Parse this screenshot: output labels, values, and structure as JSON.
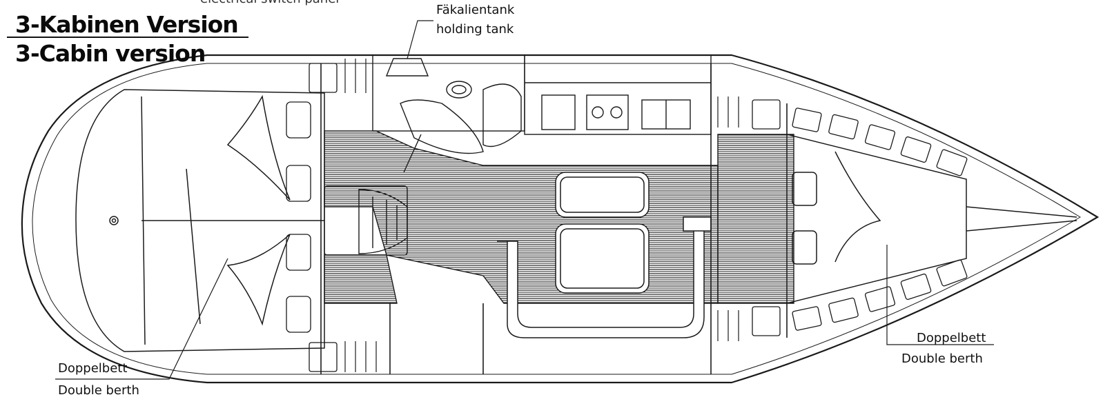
{
  "titles": {
    "de": "3-Kabinen Version",
    "en": "3-Cabin version"
  },
  "labels": {
    "top_partial": "electrical switch panel",
    "holding_tank_de": "Fäkalientank",
    "holding_tank_en": "holding tank",
    "aft_berth_de": "Doppelbett",
    "aft_berth_en": "Double berth",
    "fwd_berth_de": "Doppelbett",
    "fwd_berth_en": "Double berth"
  },
  "colors": {
    "line": "#1a1a1a",
    "background": "#ffffff"
  }
}
